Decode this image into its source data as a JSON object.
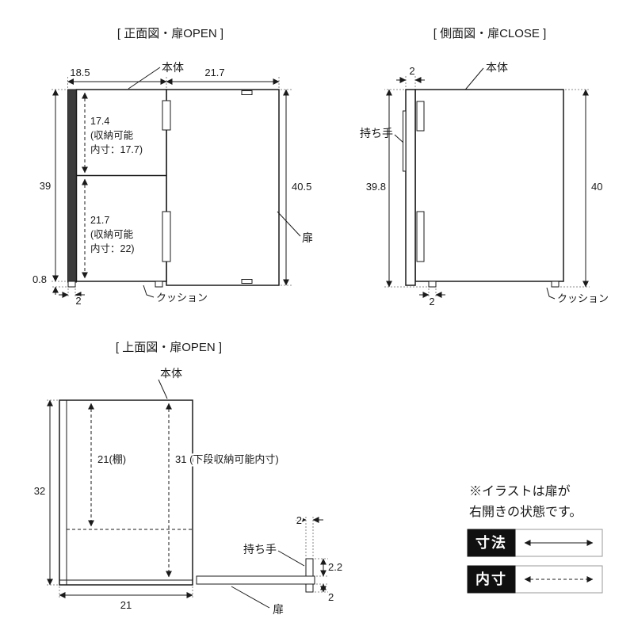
{
  "front_view": {
    "title": "[ 正面図・扉OPEN ]",
    "labels": {
      "body": "本体",
      "door": "扉",
      "cushion": "クッション"
    },
    "dims": {
      "body_width": "18.5",
      "door_width": "21.7",
      "body_height": "39",
      "leg_height": "0.8",
      "leg_width": "2",
      "door_height": "40.5",
      "upper_inner_1": "17.4",
      "upper_inner_2": "(収納可能",
      "upper_inner_3": "内寸：17.7)",
      "lower_inner_1": "21.7",
      "lower_inner_2": "(収納可能",
      "lower_inner_3": "内寸：22)"
    }
  },
  "side_view": {
    "title": "[ 側面図・扉CLOSE ]",
    "labels": {
      "body": "本体",
      "handle": "持ち手",
      "cushion": "クッション"
    },
    "dims": {
      "door_thickness": "2",
      "height_left": "39.8",
      "height_right": "40",
      "leg_width": "2"
    }
  },
  "top_view": {
    "title": "[ 上面図・扉OPEN ]",
    "labels": {
      "body": "本体",
      "handle": "持ち手",
      "door": "扉"
    },
    "dims": {
      "depth": "32",
      "shelf": "21(棚)",
      "lower_inner": "31 (下段収納可能内寸)",
      "handle_width": "2",
      "door_thickness": "2.2",
      "handle_offset": "2",
      "width": "21"
    }
  },
  "legend": {
    "note_line1": "※イラストは扉が",
    "note_line2": "右開きの状態です。",
    "dimension_label": "寸法",
    "inner_label": "内寸"
  },
  "colors": {
    "line": "#1a1a1a",
    "panel_fill": "#3c3c3c",
    "badge_bg": "#101010",
    "badge_text": "#ffffff"
  }
}
